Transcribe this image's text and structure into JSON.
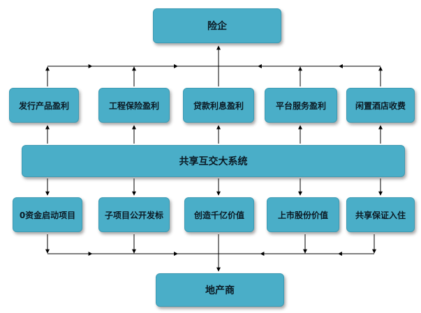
{
  "colors": {
    "box_fill": "#4AAEC8",
    "box_border": "#3c9ab3",
    "line": "#000000",
    "text": "#0b1a24"
  },
  "nodes": {
    "top": "险企",
    "upper": [
      "发行产品盈利",
      "工程保险盈利",
      "贷款利息盈利",
      "平台服务盈利",
      "闲置酒店收费"
    ],
    "center": "共享互交大系统",
    "lower": [
      "0资金启动项目",
      "子项目公开发标",
      "创造千亿价值",
      "上市股份价值",
      "共享保证入住"
    ],
    "bottom": "地产商"
  }
}
